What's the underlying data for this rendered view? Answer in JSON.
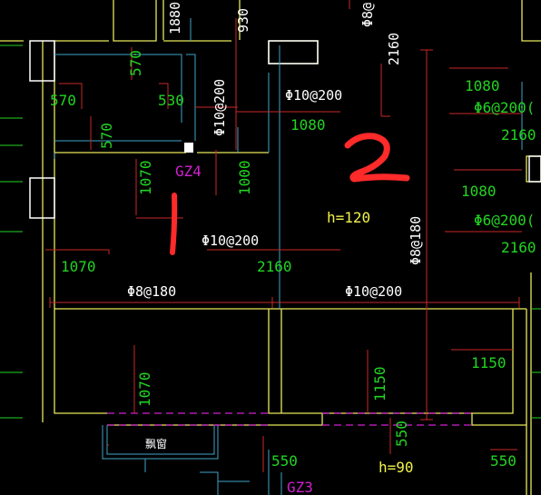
{
  "colors": {
    "background": "#000000",
    "wall": "#e8e85a",
    "dim_line": "#cc2a2a",
    "rebar_line": "#d24545",
    "aux_line": "#3fa3c8",
    "text_green": "#22d422",
    "text_white": "#ffffff",
    "text_yellow": "#f2f24a",
    "text_magenta": "#d020d0",
    "markup_red": "#ff2a2a"
  },
  "labels": {
    "top_1880": "1880",
    "top_930": "930",
    "top_phi8_partial": "Φ8@",
    "top_2160": "2160",
    "lbl_570_a": "570",
    "lbl_570_b": "570",
    "lbl_530": "530",
    "lbl_570_c": "570",
    "lbl_phi10_200_v": "Φ10@200",
    "lbl_phi10_200_a": "Φ10@200",
    "lbl_1080_a": "1080",
    "lbl_1080_b": "1080",
    "lbl_phi6_200_a": "Φ6@200(",
    "lbl_2160_a": "2160",
    "lbl_gz4": "GZ4",
    "lbl_1070_v": "1070",
    "lbl_1000_v": "1000",
    "lbl_1080_c": "1080",
    "lbl_h120": "h=120",
    "lbl_phi8_180_v": "Φ8@180",
    "lbl_phi6_200_b": "Φ6@200(",
    "lbl_phi10_200_b": "Φ10@200",
    "lbl_2160_b": "2160",
    "lbl_1070_h": "1070",
    "lbl_2160_c": "2160",
    "lbl_phi8_180_h": "Φ8@180",
    "lbl_phi10_200_h": "Φ10@200",
    "lbl_1150_a": "1150",
    "lbl_1070_v2": "1070",
    "lbl_1150_v": "1150",
    "lbl_550_a": "550",
    "lbl_550_b": "550",
    "lbl_550_c": "550",
    "lbl_h90": "h=90",
    "lbl_gz3": "GZ3",
    "lbl_window": "飘窗"
  },
  "markup": {
    "zone_1": "1",
    "zone_2": "2"
  }
}
